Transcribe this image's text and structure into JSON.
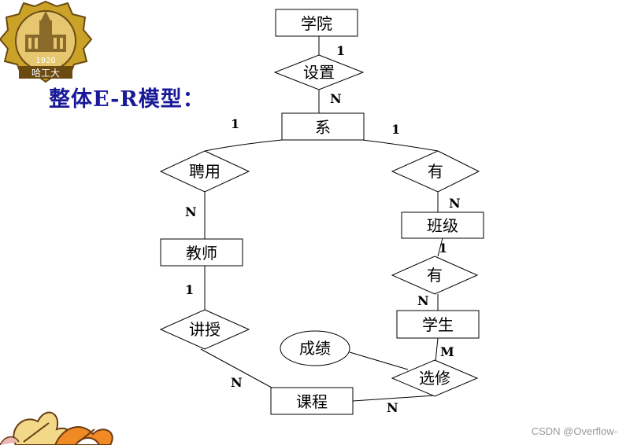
{
  "heading": "整体E-R模型：",
  "watermark": "CSDN @Overflow-",
  "logo": {
    "year": "1920",
    "name": "哈工大"
  },
  "colors": {
    "heading": "#1a1a99",
    "line": "#000000",
    "logo_gold": "#c9a227",
    "logo_brown": "#6b4a12"
  },
  "entities": [
    {
      "id": "xueyuan",
      "label": "学院"
    },
    {
      "id": "xi",
      "label": "系"
    },
    {
      "id": "jiaoshi",
      "label": "教师"
    },
    {
      "id": "banji",
      "label": "班级"
    },
    {
      "id": "xuesheng",
      "label": "学生"
    },
    {
      "id": "kecheng",
      "label": "课程"
    }
  ],
  "relationships": [
    {
      "id": "shezhi",
      "label": "设置"
    },
    {
      "id": "pinyong",
      "label": "聘用"
    },
    {
      "id": "you1",
      "label": "有"
    },
    {
      "id": "you2",
      "label": "有"
    },
    {
      "id": "jiangshou",
      "label": "讲授"
    },
    {
      "id": "xuanxiu",
      "label": "选修"
    }
  ],
  "attributes": [
    {
      "id": "chengji",
      "label": "成绩"
    }
  ],
  "cardinalities": [
    {
      "id": "c-xueyuan-shezhi",
      "label": "1"
    },
    {
      "id": "c-shezhi-xi",
      "label": "N"
    },
    {
      "id": "c-xi-pinyong",
      "label": "1"
    },
    {
      "id": "c-xi-you1",
      "label": "1"
    },
    {
      "id": "c-pinyong-jiaoshi",
      "label": "N"
    },
    {
      "id": "c-you1-banji",
      "label": "N"
    },
    {
      "id": "c-banji-you2",
      "label": "1"
    },
    {
      "id": "c-you2-xuesheng",
      "label": "N"
    },
    {
      "id": "c-jiaoshi-jiangshou",
      "label": "1"
    },
    {
      "id": "c-xuesheng-xuanxiu",
      "label": "M"
    },
    {
      "id": "c-jiangshou-kecheng",
      "label": "N"
    },
    {
      "id": "c-kecheng-xuanxiu",
      "label": "N"
    }
  ]
}
